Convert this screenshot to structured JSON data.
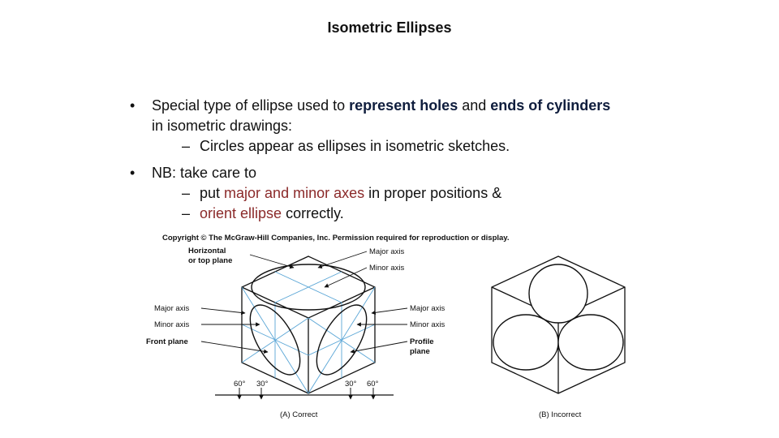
{
  "slide": {
    "title": "Isometric Ellipses",
    "bullet1": {
      "mark": "•",
      "text_a": "Special type of ellipse used to ",
      "bold_a": "represent holes",
      "text_b": " and ",
      "bold_b": "ends of cylinders",
      "text_c": " in isometric drawings:",
      "sub_mark": "–",
      "sub": "Circles appear as ellipses in isometric sketches."
    },
    "bullet2": {
      "mark": "•",
      "text": "NB: take care to",
      "sub1_mark": "–",
      "sub1_a": "put ",
      "sub1_red": "major and minor axes",
      "sub1_b": " in proper positions &",
      "sub2_mark": "–",
      "sub2_red": "orient ellipse",
      "sub2_b": " correctly."
    }
  },
  "figure": {
    "copyright": "Copyright © The McGraw-Hill Companies, Inc. Permission required for reproduction or display.",
    "labels": {
      "horizontal_plane_1": "Horizontal",
      "horizontal_plane_2": "or top plane",
      "major_axis_top": "Major axis",
      "minor_axis_top": "Minor axis",
      "major_axis_left": "Major axis",
      "minor_axis_left": "Minor axis",
      "front_plane": "Front plane",
      "major_axis_right": "Major axis",
      "minor_axis_right": "Minor axis",
      "profile_plane_1": "Profile",
      "profile_plane_2": "plane",
      "angle_60_left": "60°",
      "angle_30_left": "30°",
      "angle_30_right": "30°",
      "angle_60_right": "60°",
      "caption_a": "(A) Correct",
      "caption_b": "(B) Incorrect"
    },
    "colors": {
      "construction": "#5aa6d6",
      "ink": "#111111"
    }
  }
}
